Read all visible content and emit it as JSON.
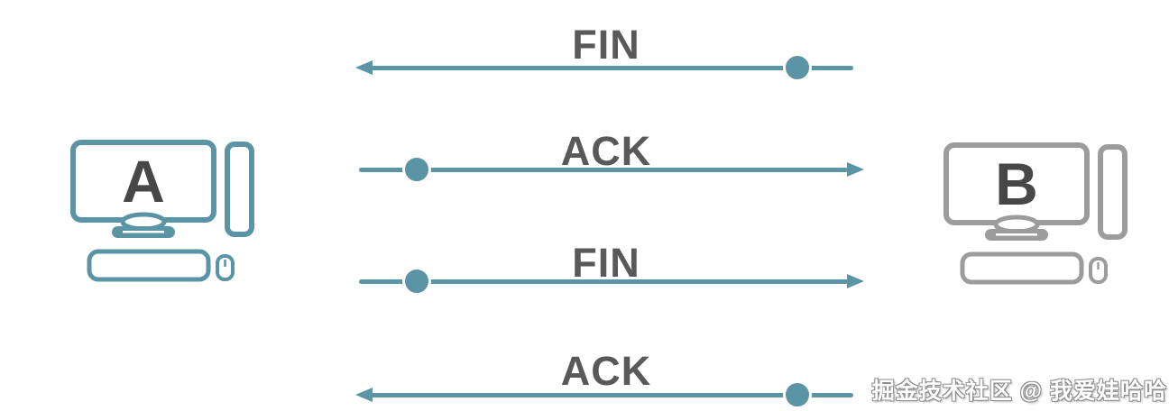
{
  "diagram": {
    "type": "sequence-diagram",
    "nodes": [
      {
        "id": "A",
        "label": "A",
        "side": "left",
        "color": "#5b94a4"
      },
      {
        "id": "B",
        "label": "B",
        "side": "right",
        "color": "#9c9c9c"
      }
    ],
    "messages": [
      {
        "label": "FIN",
        "from": "B",
        "to": "A",
        "direction": "left",
        "dot_position": "near-right"
      },
      {
        "label": "ACK",
        "from": "A",
        "to": "B",
        "direction": "right",
        "dot_position": "near-left"
      },
      {
        "label": "FIN",
        "from": "A",
        "to": "B",
        "direction": "right",
        "dot_position": "near-left"
      },
      {
        "label": "ACK",
        "from": "B",
        "to": "A",
        "direction": "left",
        "dot_position": "near-right"
      }
    ],
    "colors": {
      "arrow": "#5b94a4",
      "node_a": "#5b94a4",
      "node_b": "#9c9c9c",
      "message_label": "#595959",
      "letter": "#474747",
      "background": "#ffffff"
    },
    "watermark": "掘金技术社区 @ 我爱娃哈哈"
  }
}
